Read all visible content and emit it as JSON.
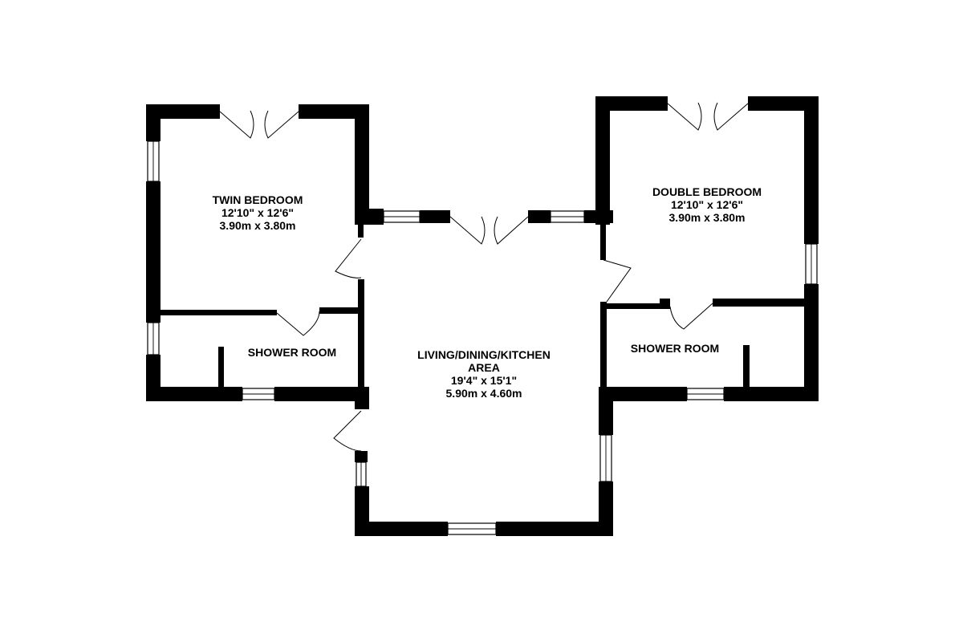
{
  "rooms": {
    "twin_bedroom": {
      "name": "TWIN BEDROOM",
      "imperial": "12'10\"  x 12'6\"",
      "metric": "3.90m  x 3.80m"
    },
    "double_bedroom": {
      "name": "DOUBLE BEDROOM",
      "imperial": "12'10\"  x 12'6\"",
      "metric": "3.90m  x 3.80m"
    },
    "living_area": {
      "name_line1": "LIVING/DINING/KITCHEN",
      "name_line2": "AREA",
      "imperial": "19'4\"  x 15'1\"",
      "metric": "5.90m  x 4.60m"
    },
    "shower_room_left": {
      "name": "SHOWER ROOM"
    },
    "shower_room_right": {
      "name": "SHOWER ROOM"
    }
  },
  "colors": {
    "wall": "#000000",
    "background": "#ffffff"
  }
}
